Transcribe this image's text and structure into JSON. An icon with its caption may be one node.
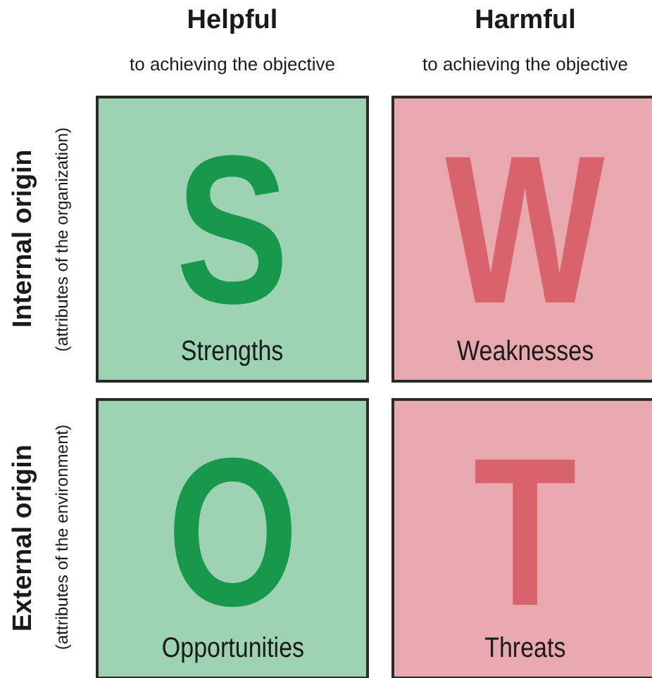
{
  "diagram": {
    "nodes": [
      {
        "text": [
          "S",
          "Strengths"
        ]
      },
      {
        "text": [
          "W",
          "Weaknesses"
        ]
      },
      {
        "text": [
          "O",
          "Opportunities"
        ]
      },
      {
        "text": [
          "T",
          "Threats"
        ]
      }
    ],
    "labels": [
      "Helpful",
      "to achieving the objective",
      "Harmful",
      "to achieving the objective",
      "Internal origin",
      "(attributes of the organization)",
      "External origin",
      "(attributes of the environment)"
    ]
  }
}
